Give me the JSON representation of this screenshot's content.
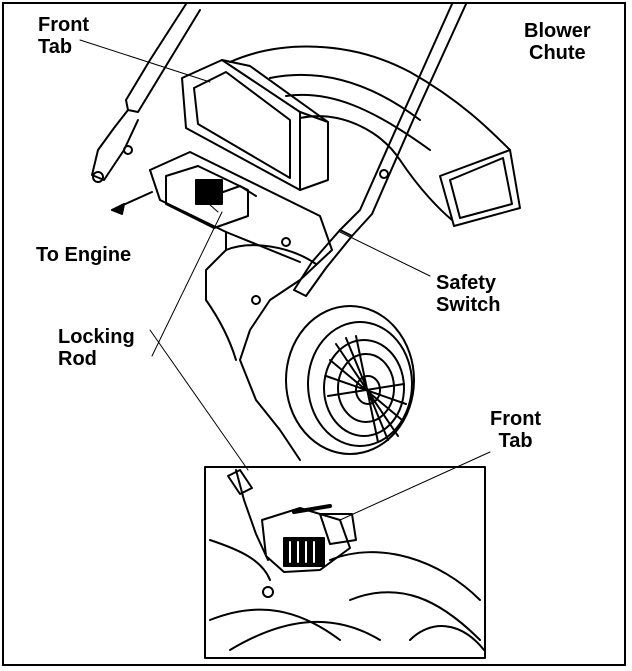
{
  "labels": {
    "front_tab_top": [
      "Front",
      "Tab"
    ],
    "blower_chute": [
      "Blower",
      "Chute"
    ],
    "to_engine": "To Engine",
    "safety_switch": [
      "Safety",
      "Switch"
    ],
    "locking_rod": [
      "Locking",
      "Rod"
    ],
    "front_tab_inset": [
      "Front",
      "Tab"
    ]
  },
  "colors": {
    "ink": "#000000",
    "paper": "#ffffff"
  }
}
